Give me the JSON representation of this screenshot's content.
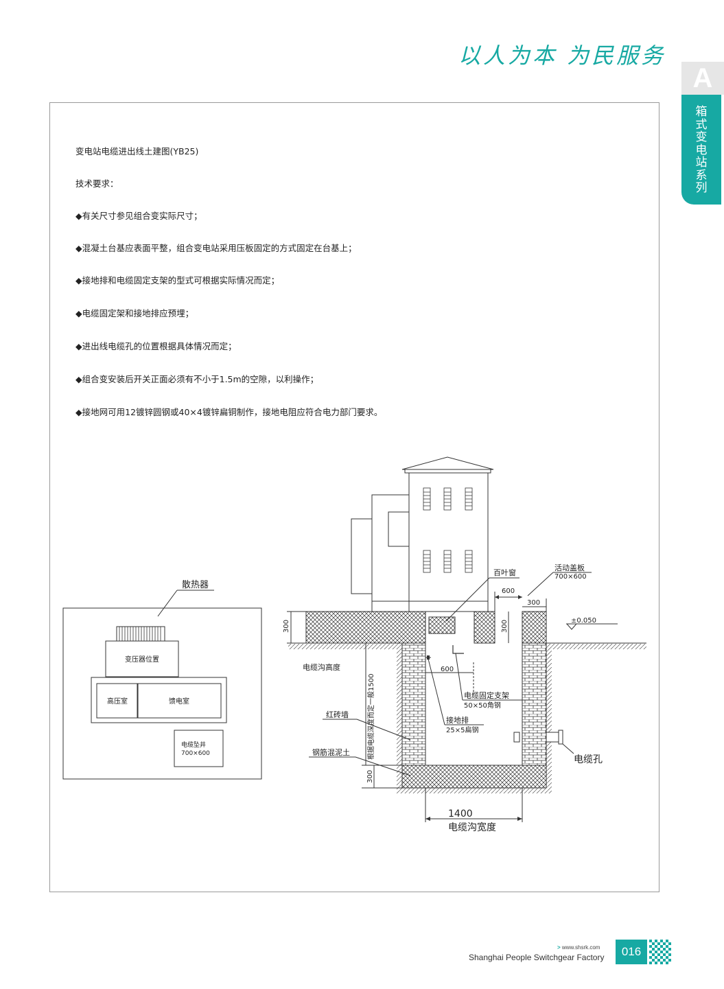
{
  "header": {
    "slogan": "以人为本 为民服务"
  },
  "side_tab": {
    "letter": "A",
    "label": "箱式变电站系列"
  },
  "title": "变电站电缆进出线土建图(YB25)",
  "requirements_heading": "技术要求：",
  "requirements": [
    "◆有关尺寸参见组合变实际尺寸；",
    "◆混凝土台基应表面平整，组合变电站采用压板固定的方式固定在台基上；",
    "◆接地排和电缆固定支架的型式可根据实际情况而定；",
    "◆电缆固定架和接地排应预埋；",
    "◆进出线电缆孔的位置根据具体情况而定；",
    "◆组合变安装后开关正面必须有不小于1.5m的空隙，以利操作；",
    "◆接地网可用12镀锌圆钢或40×4镀锌扁铜制作，接地电阻应符合电力部门要求。"
  ],
  "plan": {
    "radiator": "散热器",
    "transformer": "变压器位置",
    "hv_room": "高压室",
    "feeder_room": "馈电室",
    "cable_pit": "电缆坠井",
    "cable_pit_size": "700×600"
  },
  "section": {
    "louver": "百叶窗",
    "cover": "活动盖板",
    "cover_size": "700×600",
    "dim_600_top": "600",
    "dim_300_top": "300",
    "dim_300_left": "300",
    "dim_300_mid": "300",
    "elevation": "±0.050",
    "trench_height": "电缆沟高度",
    "depth_note": "根据电缆深度而定一般1500",
    "dim_600_inner": "600",
    "bracket": "电缆固定支架",
    "bracket_spec": "50×50角钢",
    "brick_wall": "红砖墙",
    "ground_bar": "接地排",
    "ground_bar_spec": "25×5扁钢",
    "rc_concrete": "钢筋混泥土",
    "dim_300_bottom": "300",
    "cable_hole": "电缆孔",
    "width_value": "1400",
    "width_label": "电缆沟宽度"
  },
  "footer": {
    "url": "www.shsrk.com",
    "company": "Shanghai People Switchgear Factory",
    "page": "016"
  }
}
